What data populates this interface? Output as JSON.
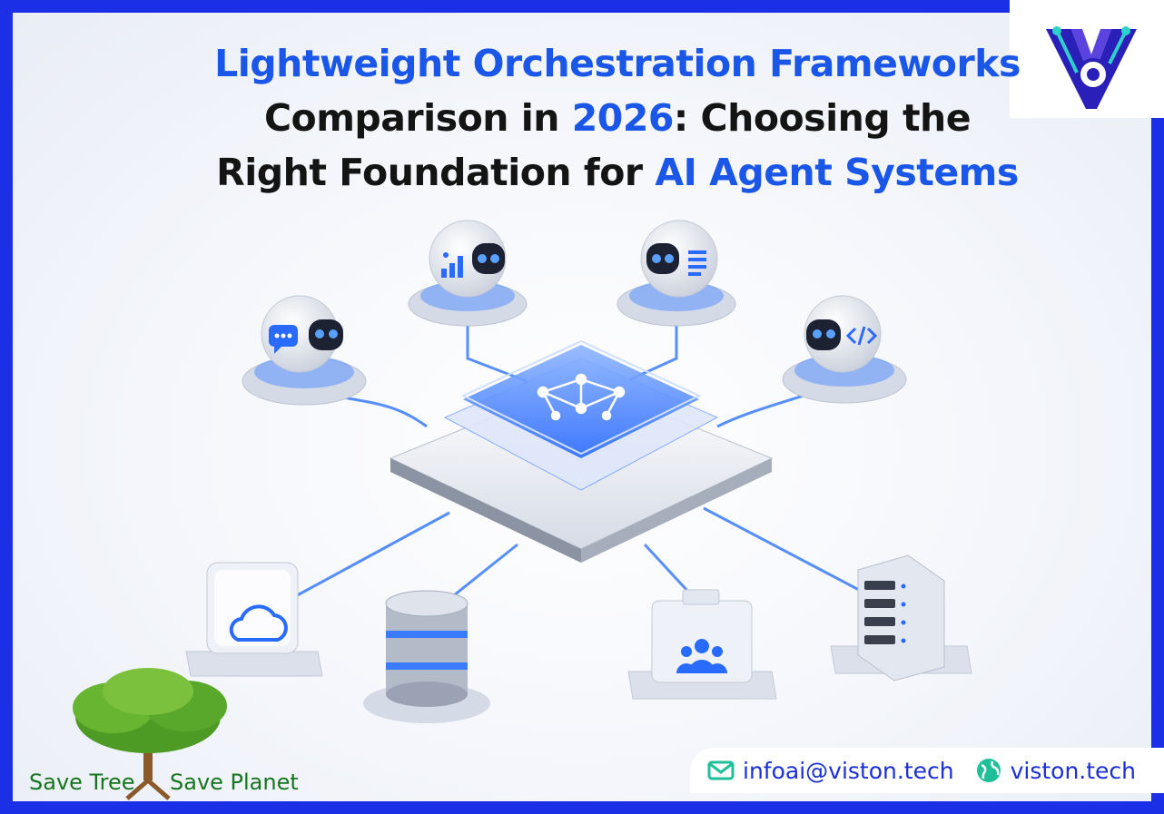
{
  "title": {
    "line1": "Lightweight Orchestration Frameworks",
    "line2_a": "Comparison in ",
    "line2_b": "2026",
    "line2_c": ": Choosing the",
    "line3_a": "Right Foundation for ",
    "line3_b": "AI Agent Systems"
  },
  "footer": {
    "save_tree": "Save Tree",
    "save_planet": "Save Planet",
    "email": "infoai@viston.tech",
    "website": "viston.tech"
  },
  "icons": {
    "agents": [
      "chat-bubble-icon",
      "bar-chart-icon",
      "document-icon",
      "code-icon"
    ],
    "hub": "network-graph-icon",
    "nodes": [
      "cloud-icon",
      "database-icon",
      "team-icon",
      "server-icon"
    ],
    "contact": [
      "email-icon",
      "globe-icon"
    ],
    "brand": "viston-logo-icon",
    "tree": "tree-icon"
  },
  "colors": {
    "frame": "#1a2fe6",
    "title_highlight": "#1a56e8",
    "title_text": "#141414",
    "footer_text": "#16751f",
    "contact_text": "#1a2fd6"
  }
}
